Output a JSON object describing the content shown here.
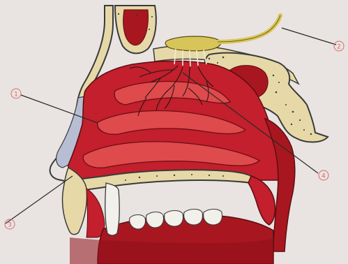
{
  "figure": {
    "subject": "nasal-cavity-cross-section",
    "palette": {
      "background": "#e7e2df",
      "paper": "#efeae6",
      "tissue_dark": "#8e0f1a",
      "tissue": "#c31f2c",
      "tissue_light": "#df4a4c",
      "bone": "#e6d9a7",
      "bone_outline": "#3a3a3a",
      "cartilage": "#b7bed4",
      "nerve": "#d8c55a",
      "callout_ink": "#d76a6a"
    }
  },
  "callouts": [
    {
      "id": "1",
      "label": "①"
    },
    {
      "id": "2",
      "label": "②"
    },
    {
      "id": "3",
      "label": "③"
    },
    {
      "id": "4",
      "label": "④"
    }
  ]
}
